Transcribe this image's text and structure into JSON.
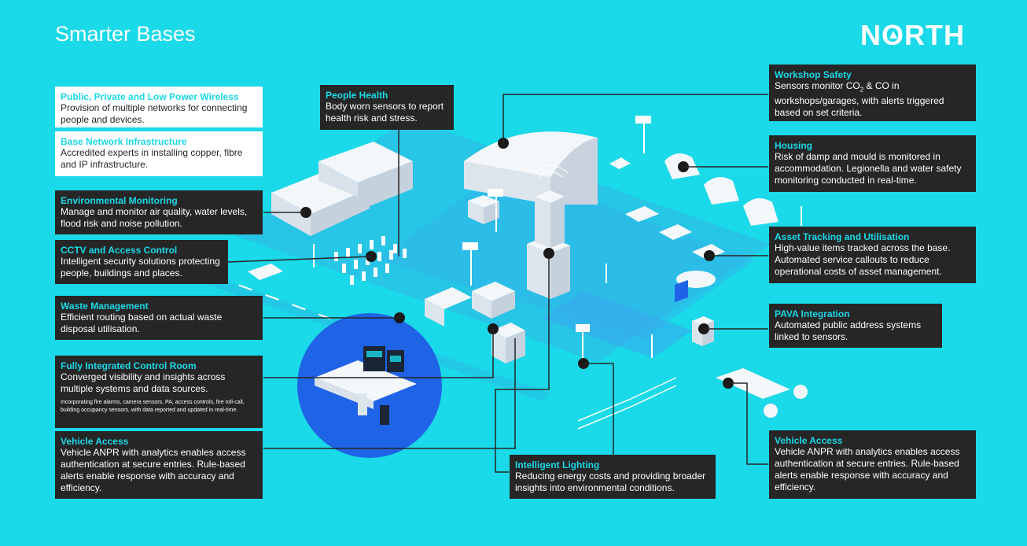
{
  "header": {
    "title": "Smarter Bases",
    "logo_before": "N",
    "logo_o": "O",
    "logo_after": "RTH"
  },
  "cards": {
    "wireless": {
      "heading": "Public, Private and Low Power Wireless",
      "body": "Provision of multiple networks for connecting people and devices."
    },
    "network": {
      "heading": "Base Network Infrastructure",
      "body": "Accredited experts in installing copper, fibre and IP infrastructure."
    },
    "environmental": {
      "heading": "Environmental Monitoring",
      "body": "Manage and monitor air quality, water levels, flood risk and noise pollution."
    },
    "cctv": {
      "heading": "CCTV and Access Control",
      "body": "Intelligent security solutions protecting people, buildings and places."
    },
    "waste": {
      "heading": "Waste Management",
      "body": "Efficient routing based on actual waste disposal utilisation."
    },
    "control_room": {
      "heading": "Fully Integrated Control Room",
      "body": "Converged visibility and insights across multiple systems and data sources.",
      "note": "Incorporating fire alarms, camera sensors, PA, access controls, fire roll-call, building occupancy sensors, with data reported and updated in real-time."
    },
    "vehicle_left": {
      "heading": "Vehicle Access",
      "body": "Vehicle ANPR with analytics enables access authentication at secure entries. Rule-based alerts enable response with accuracy and efficiency."
    },
    "people_health": {
      "heading": "People Health",
      "body": "Body worn sensors to report health risk and stress."
    },
    "lighting": {
      "heading": "Intelligent Lighting",
      "body": "Reducing energy costs and providing broader insights into environmental conditions."
    },
    "workshop": {
      "heading": "Workshop Safety",
      "body_pre": "Sensors monitor CO",
      "body_sub": "2",
      "body_post": " & CO in workshops/garages, with alerts triggered based on set criteria."
    },
    "housing": {
      "heading": "Housing",
      "body": "Risk of damp and mould is monitored in accommodation. Legionella and water safety monitoring conducted in real-time."
    },
    "asset": {
      "heading": "Asset Tracking and Utilisation",
      "body": "High-value items tracked across the base. Automated service callouts to reduce operational costs of asset management."
    },
    "pava": {
      "heading": "PAVA Integration",
      "body": "Automated public address systems linked to sensors."
    },
    "vehicle_right": {
      "heading": "Vehicle Access",
      "body": "Vehicle ANPR with analytics enables access authentication at secure entries. Rule-based alerts enable response with accuracy and efficiency."
    }
  },
  "colors": {
    "background": "#1ad9e8",
    "card": "#262626",
    "accent": "#1ad9e8",
    "white": "#ffffff",
    "control_circle": "#1f63e6"
  }
}
